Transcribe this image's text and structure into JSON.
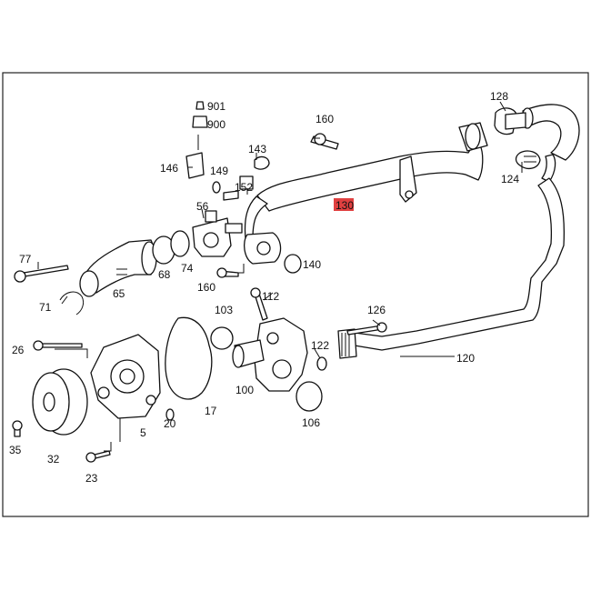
{
  "diagram": {
    "callouts": [
      {
        "id": "c901",
        "label": "901"
      },
      {
        "id": "c900",
        "label": "900"
      },
      {
        "id": "c146",
        "label": "146"
      },
      {
        "id": "c149",
        "label": "149"
      },
      {
        "id": "c143",
        "label": "143"
      },
      {
        "id": "c152",
        "label": "152"
      },
      {
        "id": "c160a",
        "label": "160"
      },
      {
        "id": "c128",
        "label": "128"
      },
      {
        "id": "c124",
        "label": "124"
      },
      {
        "id": "c130",
        "label": "130"
      },
      {
        "id": "c56",
        "label": "56"
      },
      {
        "id": "c77",
        "label": "77"
      },
      {
        "id": "c68",
        "label": "68"
      },
      {
        "id": "c74",
        "label": "74"
      },
      {
        "id": "c65",
        "label": "65"
      },
      {
        "id": "c160b",
        "label": "160"
      },
      {
        "id": "c140",
        "label": "140"
      },
      {
        "id": "c112",
        "label": "112"
      },
      {
        "id": "c71",
        "label": "71"
      },
      {
        "id": "c103",
        "label": "103"
      },
      {
        "id": "c126",
        "label": "126"
      },
      {
        "id": "c26",
        "label": "26"
      },
      {
        "id": "c122",
        "label": "122"
      },
      {
        "id": "c120",
        "label": "120"
      },
      {
        "id": "c100",
        "label": "100"
      },
      {
        "id": "c17",
        "label": "17"
      },
      {
        "id": "c106",
        "label": "106"
      },
      {
        "id": "c20",
        "label": "20"
      },
      {
        "id": "c5",
        "label": "5"
      },
      {
        "id": "c35",
        "label": "35"
      },
      {
        "id": "c32",
        "label": "32"
      },
      {
        "id": "c23",
        "label": "23"
      }
    ],
    "highlight_color": "#e04040"
  }
}
